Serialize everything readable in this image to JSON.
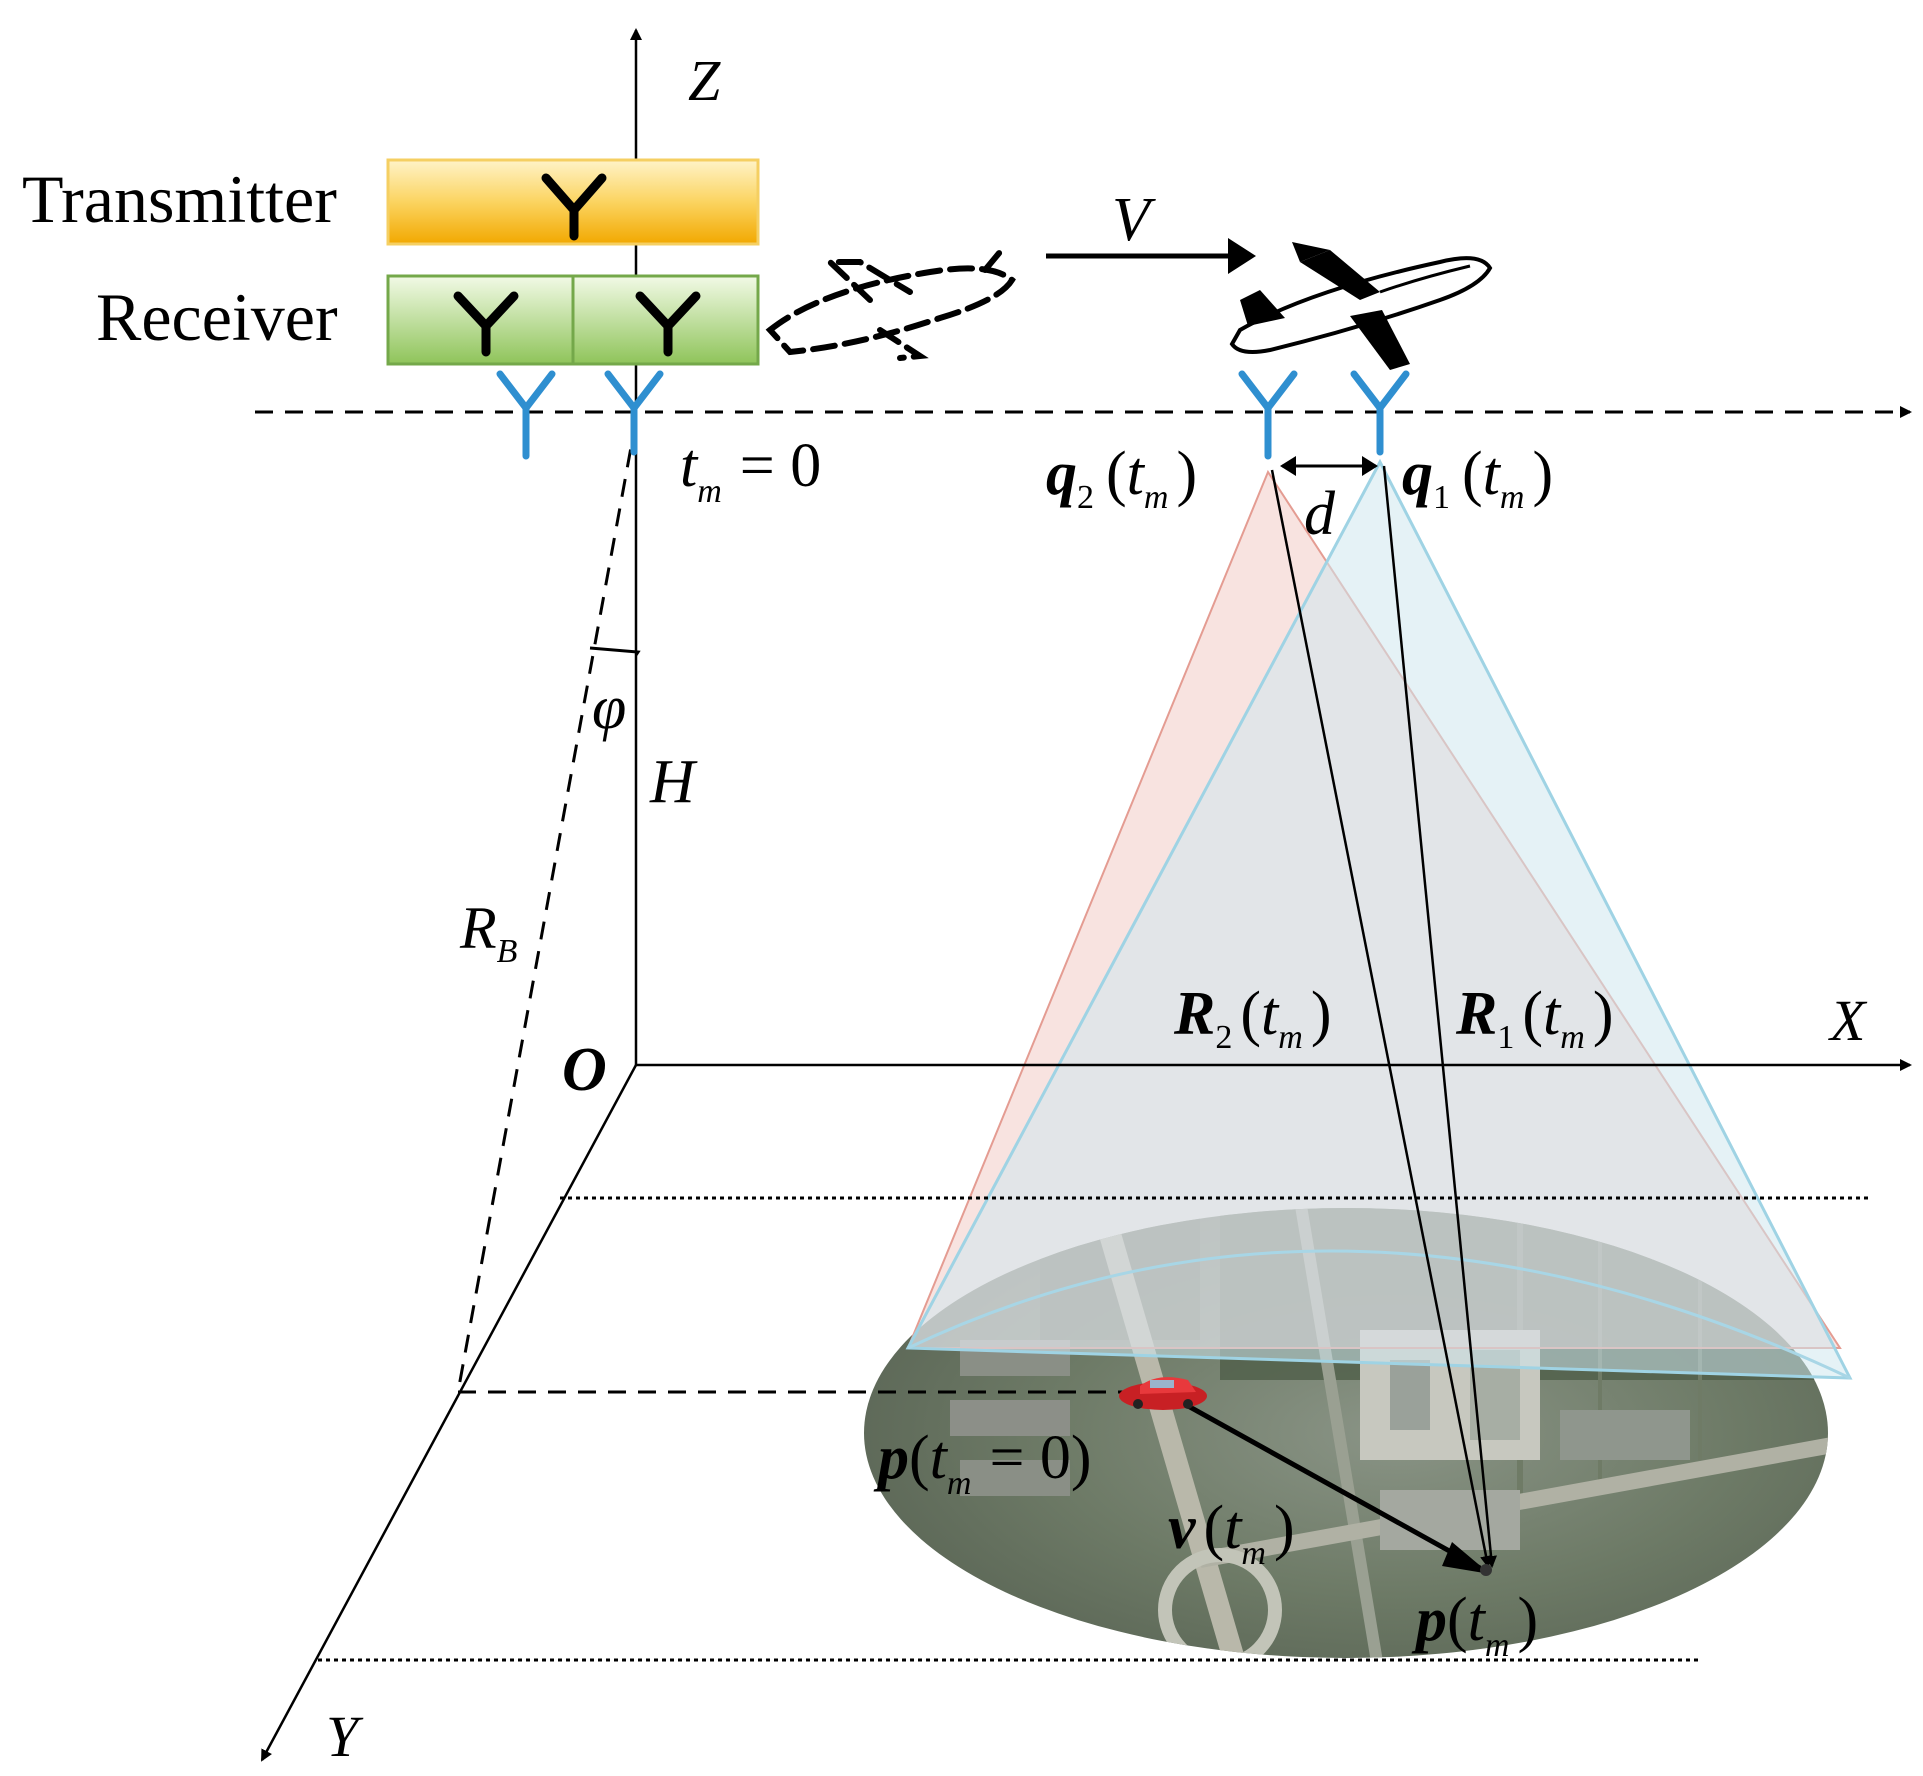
{
  "labels": {
    "transmitter": "Transmitter",
    "receiver": "Receiver",
    "axis_z": "Z",
    "axis_x": "X",
    "axis_y": "Y",
    "origin": "O",
    "velocity_platform": "V",
    "height": "H",
    "angle": "φ",
    "slant_range": "R",
    "slant_range_sub": "B",
    "t": "t",
    "t_sub": "m",
    "t_eq_zero": "= 0",
    "q": "q",
    "q2_sub": "2",
    "q1_sub": "1",
    "baseline": "d",
    "R": "R",
    "R2_sub": "2",
    "R1_sub": "1",
    "p": "p",
    "v": "v",
    "lparen": "(",
    "rparen": ")",
    "p0_close": "= 0)"
  },
  "colors": {
    "transmitter_bar": "#f8c02a",
    "receiver_bar": "#8fbf5c",
    "antenna_blue": "#2f8fd0",
    "beam_red": "#e8a8a0",
    "beam_blue": "#a8d6e6",
    "target_car": "#d8262a"
  }
}
